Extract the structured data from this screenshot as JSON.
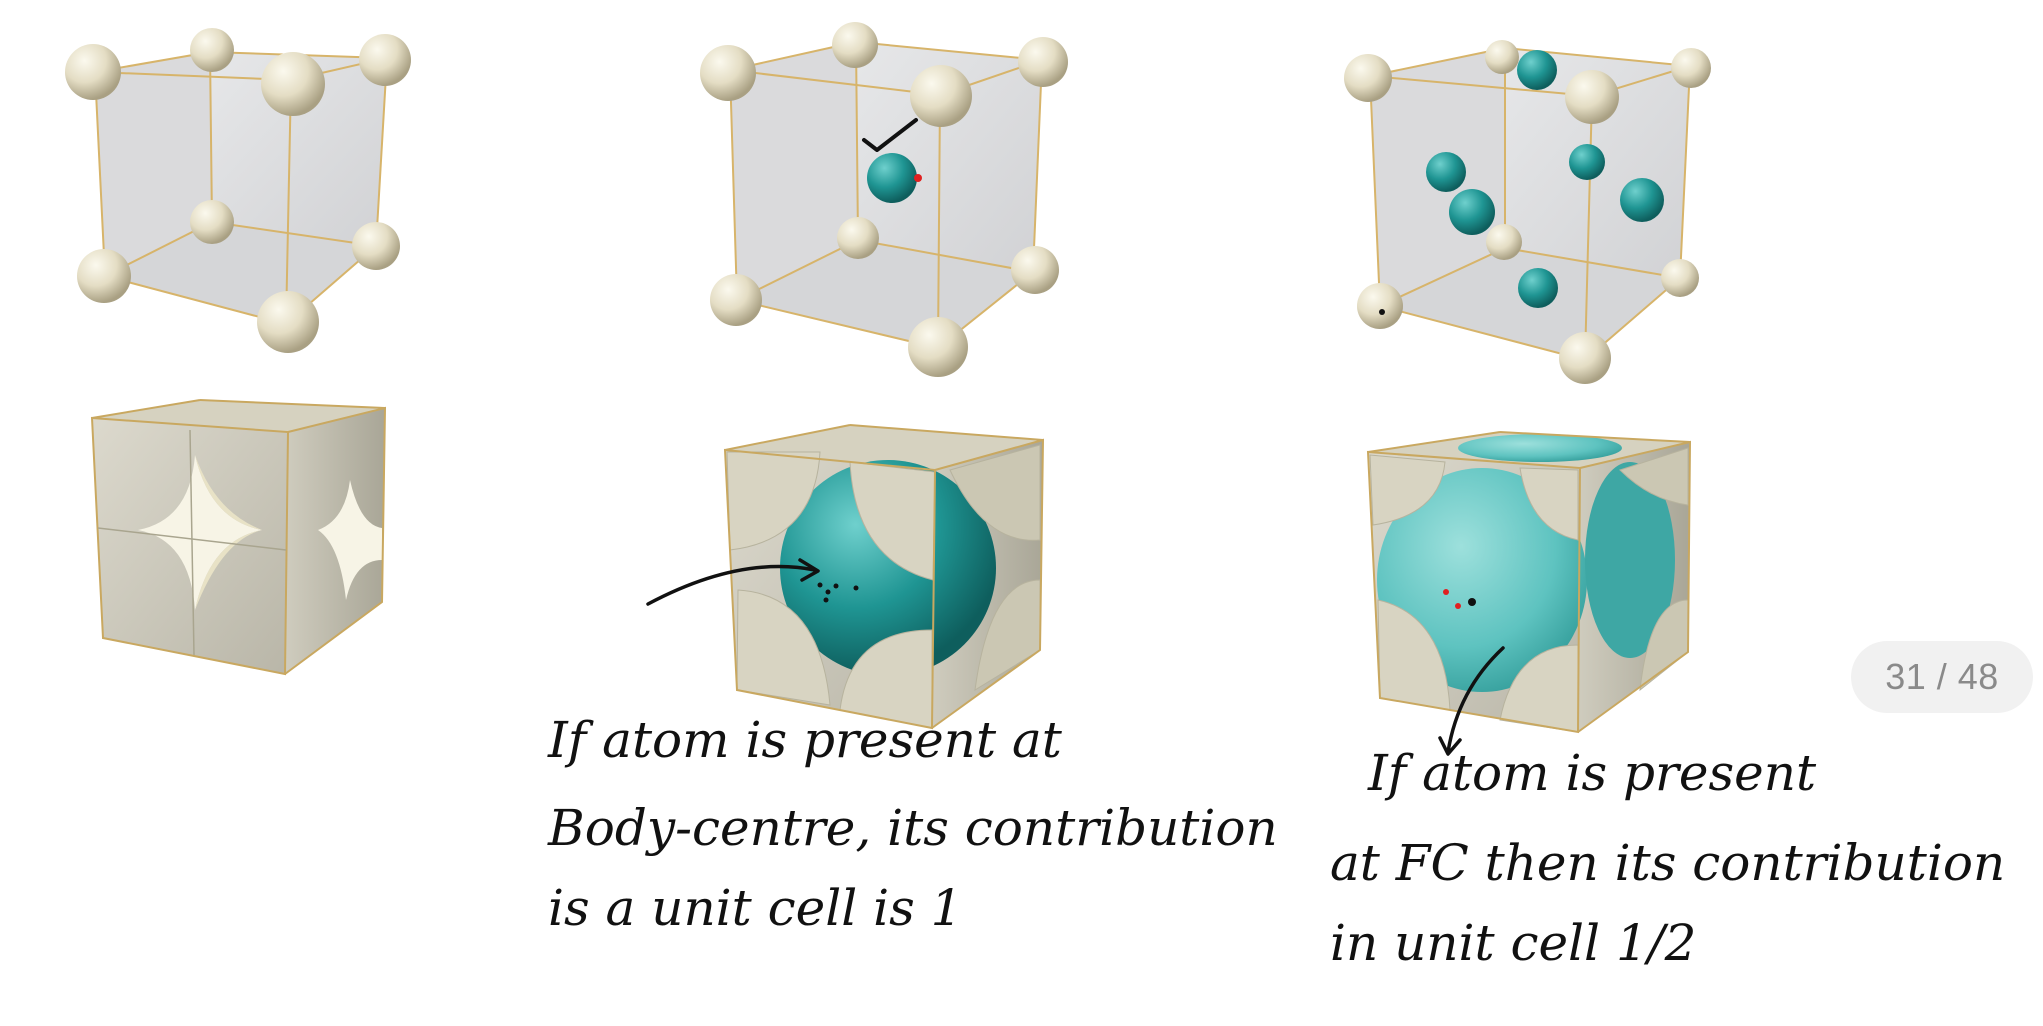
{
  "viewer": {
    "page_indicator": "31 / 48"
  },
  "slide": {
    "annotations": {
      "bcc_note": [
        "If atom is present at",
        "Body-centre, its contribution",
        "is a unit cell is 1"
      ],
      "fcc_note": [
        "If atom is present",
        "at FC then its contribution",
        "in unit cell 1/2"
      ]
    }
  },
  "colors": {
    "corner_atom": "#e6e0c8",
    "center_atom": "#1f8f8e",
    "cube_face": "#d9dadc",
    "cube_edge": "#d7b46a",
    "ink": "#111111",
    "highlight_dot": "#e02020"
  },
  "icons": [
    "check-mark-icon",
    "arrow-icon"
  ]
}
